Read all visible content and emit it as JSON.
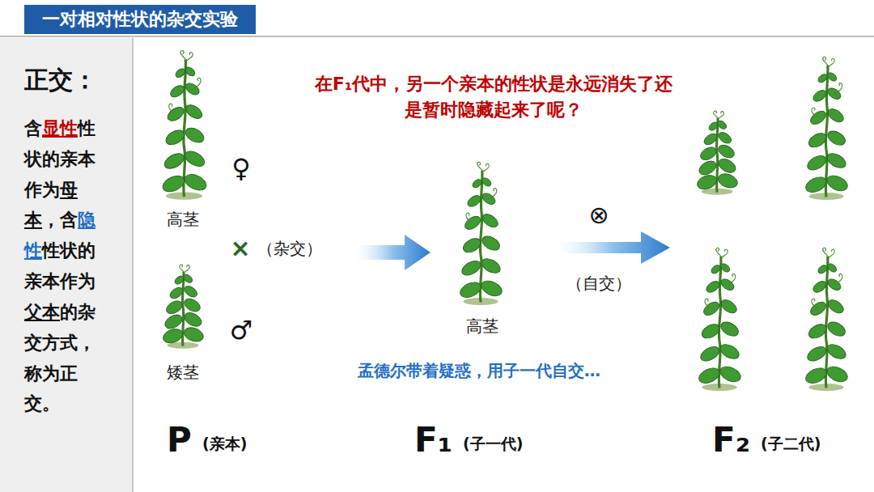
{
  "diagram": {
    "title": "一对相对性状的杂交实验",
    "nodes": [
      {
        "text": [
          "正交：",
          "含显性性状的亲本作为母本，含隐性性状的亲本作为父本的杂交方式，称为正交。"
        ]
      }
    ],
    "labels": [
      "在F₁代中，另一个亲本的性状是永远消失了还是暂时隐藏起来了呢？",
      "高茎",
      "♀",
      "×",
      "（杂交）",
      "矮茎",
      "♂",
      "高茎",
      "⊗",
      "（自交）",
      "孟德尔带着疑惑，用子一代自交…",
      "P",
      "(亲本)",
      "F₁",
      "(子一代)",
      "F₂",
      "(子二代)"
    ]
  }
}
